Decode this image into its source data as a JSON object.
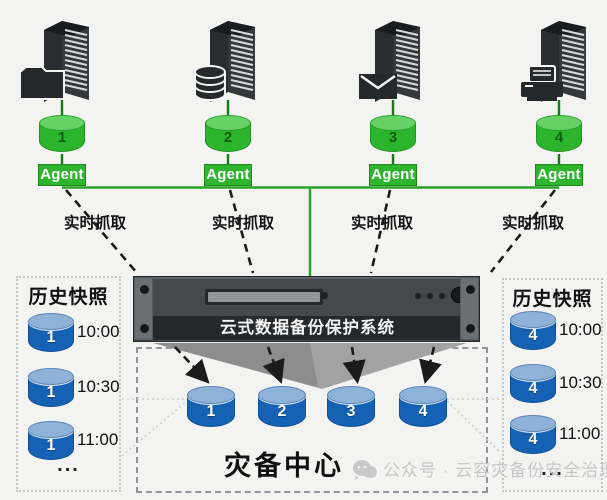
{
  "agent_label": "Agent",
  "capture_label": "实时抓取",
  "source_volumes": [
    "1",
    "2",
    "3",
    "4"
  ],
  "appliance": {
    "label": "云式数据备份保护系统"
  },
  "left_panel": {
    "title": "历史快照",
    "volume": "1",
    "times": [
      "10:00",
      "10:30",
      "11:00"
    ],
    "more": "..."
  },
  "right_panel": {
    "title": "历史快照",
    "volume": "4",
    "times": [
      "10:00",
      "10:30",
      "11:00"
    ],
    "more": "..."
  },
  "dr_center": {
    "title": "灾备中心",
    "volumes": [
      "1",
      "2",
      "3",
      "4"
    ]
  },
  "watermark": "公众号 · 云容灾备份安全治理",
  "colors": {
    "green": "#2eb42e",
    "green_light": "#67d067",
    "blue": "#1561b4",
    "blue_light": "#8fb2d9",
    "appliance_body": "#45494e",
    "appliance_band": "#26292c",
    "funnel_gray": "#a2a2a2",
    "watermark_gray": "#c6c6c6",
    "background": "#f3f3f1"
  }
}
